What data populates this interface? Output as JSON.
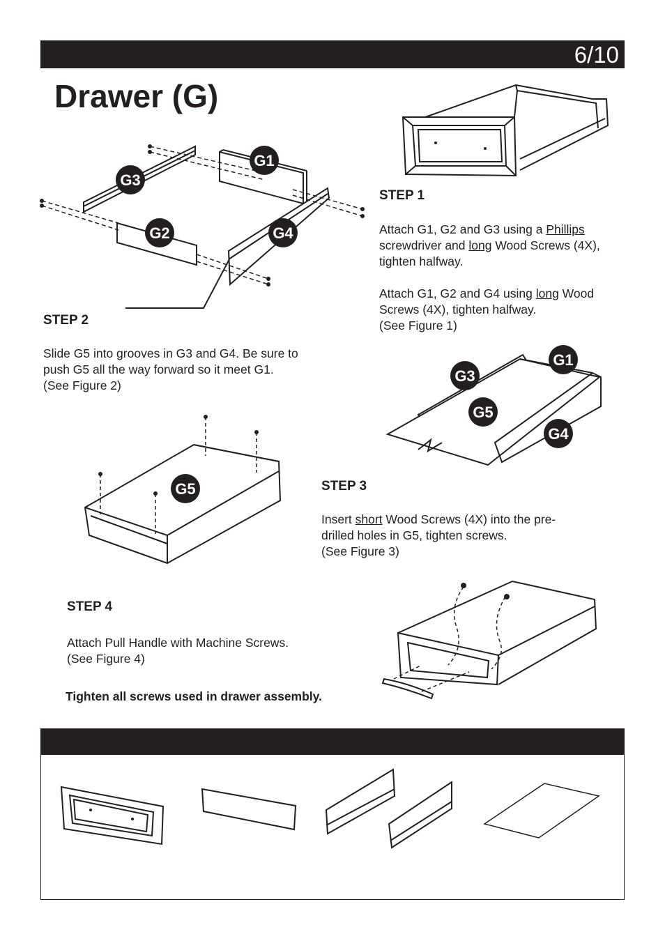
{
  "page": {
    "number": "6/10",
    "title": "Drawer (G)"
  },
  "steps": [
    {
      "label": "STEP 1",
      "p1_a": "Attach G1, G2 and G3 using a ",
      "p1_u1": "Phillips",
      "p1_b": " screwdriver and ",
      "p1_u2": "long",
      "p1_c": " Wood Screws (4X), tighten halfway.",
      "p2_a": "Attach G1, G2 and G4 using ",
      "p2_u1": "long",
      "p2_b": " Wood Screws (4X), tighten halfway.",
      "p2_c": "(See Figure 1)"
    },
    {
      "label": "STEP 2",
      "p1": "Slide G5 into grooves in G3 and G4. Be sure to push G5 all the way forward so it meet G1.",
      "p2": "(See Figure 2)"
    },
    {
      "label": "STEP 3",
      "p1_a": "Insert ",
      "p1_u1": "short",
      "p1_b": " Wood Screws (4X) into the pre-drilled holes in G5, tighten screws.",
      "p2": "(See Figure 3)"
    },
    {
      "label": "STEP 4",
      "p1": "Attach Pull Handle with Machine Screws.",
      "p2": "(See Figure 4)"
    }
  ],
  "note": "Tighten all screws used in drawer assembly.",
  "badges": {
    "g1": "G1",
    "g2": "G2",
    "g3": "G3",
    "g4": "G4",
    "g5": "G5"
  },
  "colors": {
    "ink": "#231f20",
    "paper": "#ffffff"
  }
}
